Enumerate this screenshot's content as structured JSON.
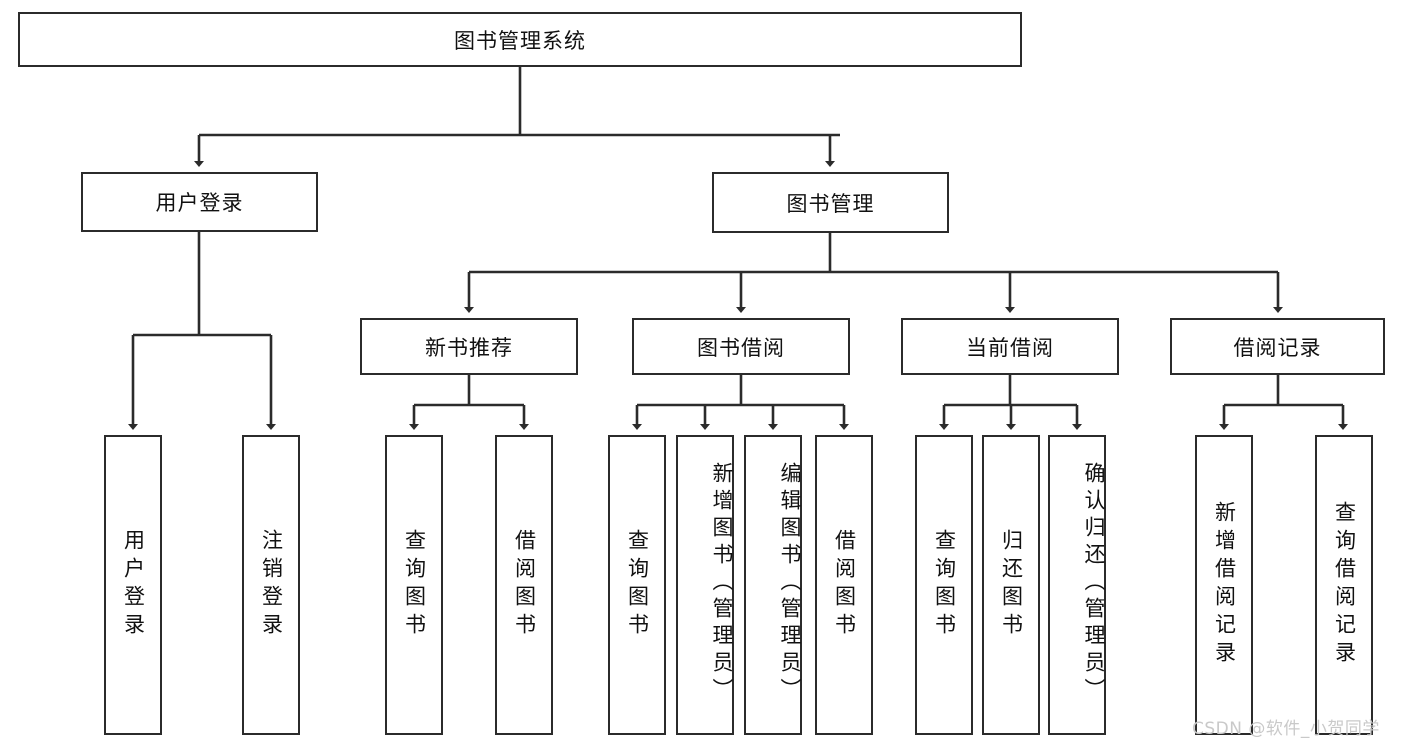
{
  "diagram": {
    "type": "tree",
    "title": "图书管理系统",
    "root": {
      "label": "图书管理系统"
    },
    "level1": [
      {
        "label": "用户登录"
      },
      {
        "label": "图书管理"
      }
    ],
    "level2": [
      {
        "label": "新书推荐"
      },
      {
        "label": "图书借阅"
      },
      {
        "label": "当前借阅"
      },
      {
        "label": "借阅记录"
      }
    ],
    "leaves": {
      "user_login": [
        {
          "label": "用户登录"
        },
        {
          "label": "注销登录"
        }
      ],
      "new_book": [
        {
          "label": "查询图书"
        },
        {
          "label": "借阅图书"
        }
      ],
      "borrow_book": [
        {
          "label": "查询图书"
        },
        {
          "label": "新增图书（管理员）"
        },
        {
          "label": "编辑图书（管理员）"
        },
        {
          "label": "借阅图书"
        }
      ],
      "current_borrow": [
        {
          "label": "查询图书"
        },
        {
          "label": "归还图书"
        },
        {
          "label": "确认归还（管理员）"
        }
      ],
      "borrow_record": [
        {
          "label": "新增借阅记录"
        },
        {
          "label": "查询借阅记录"
        }
      ]
    },
    "watermark": "CSDN @软件_小贺同学",
    "colors": {
      "stroke": "#2b2b2b",
      "fill": "#ffffff",
      "text": "#111111",
      "watermark": "#c9c9c9"
    }
  }
}
